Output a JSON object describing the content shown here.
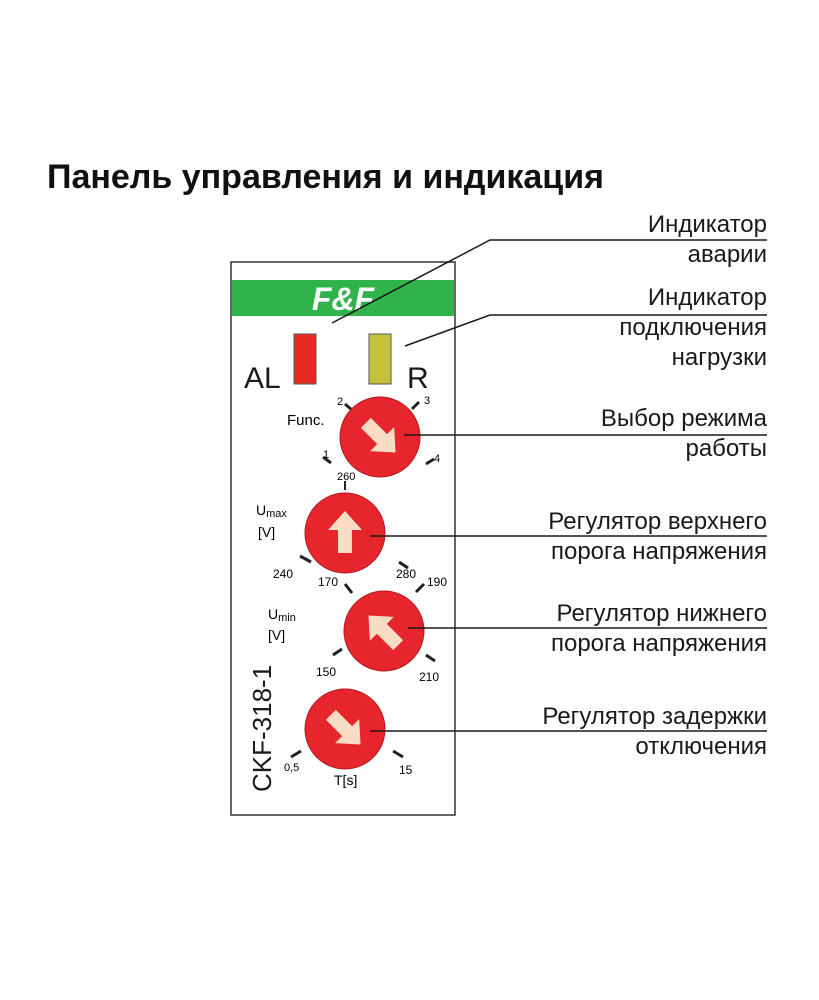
{
  "title": "Панель управления и индикация",
  "device": {
    "brand_logo": "F&F",
    "model": "CKF-318-1",
    "brand_color": "#2fb34a",
    "knob_color": "#e6262c",
    "arrow_color": "#f9dcc4",
    "indicator_al_color": "#e82a22",
    "indicator_r_color": "#c2c23b"
  },
  "indicators": {
    "al_label": "AL",
    "r_label": "R"
  },
  "knobs": {
    "func": {
      "label": "Func.",
      "marks": [
        "1",
        "2",
        "3",
        "4"
      ],
      "icon": "arrow-down-right-icon"
    },
    "umax": {
      "label_main": "U",
      "label_sub": "max",
      "unit": "[V]",
      "min_label": "240",
      "max_label": "280",
      "mid_label": "260",
      "icon": "arrow-up-icon"
    },
    "umin": {
      "label_main": "U",
      "label_sub": "min",
      "unit": "[V]",
      "min_label": "150",
      "max_label": "210",
      "top_left_label": "170",
      "top_right_label": "190",
      "icon": "arrow-up-left-icon"
    },
    "delay": {
      "label": "T[s]",
      "min_label": "0,5",
      "max_label": "15",
      "icon": "arrow-down-right-icon"
    }
  },
  "callouts": {
    "alarm": [
      "Индикатор",
      "аварии"
    ],
    "load": [
      "Индикатор",
      "подключения",
      "нагрузки"
    ],
    "mode": [
      "Выбор режима",
      "работы"
    ],
    "upper": [
      "Регулятор верхнего",
      "порога напряжения"
    ],
    "lower": [
      "Регулятор нижнего",
      "порога напряжения"
    ],
    "delay": [
      "Регулятор задержки",
      "отключения"
    ]
  }
}
